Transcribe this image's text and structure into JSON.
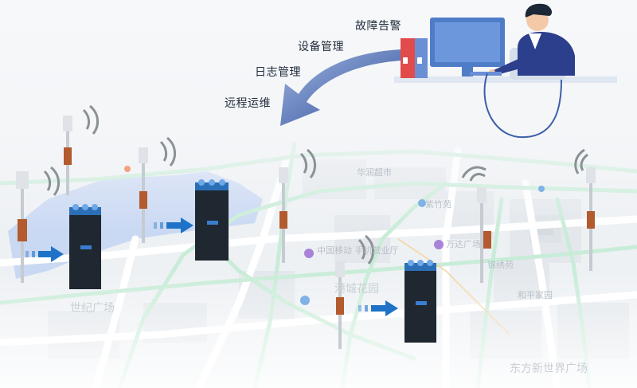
{
  "functions": [
    "故障告警",
    "设备管理",
    "日志管理",
    "远程运维"
  ],
  "map_labels": [
    "中国移动 手机营业厅",
    "万达广场",
    "紫竹苑",
    "港城花园",
    "东方新世界广场",
    "锦绣苑",
    "华润超市",
    "和平家园",
    "世纪广场"
  ],
  "colors": {
    "arrow": "#3d5fa8",
    "cabinet": "#1f2730",
    "cabinet_top": "#2b6fb6",
    "road": "#cfeedd",
    "water": "#c7d6f4",
    "signal": "#8a9296",
    "flow_arrow": "#1e73c8"
  },
  "icons": [
    "person-at-computer-icon",
    "binder-icon",
    "wifi-signal-icon",
    "smart-pole-icon",
    "power-cabinet-icon",
    "arrow-icon"
  ]
}
